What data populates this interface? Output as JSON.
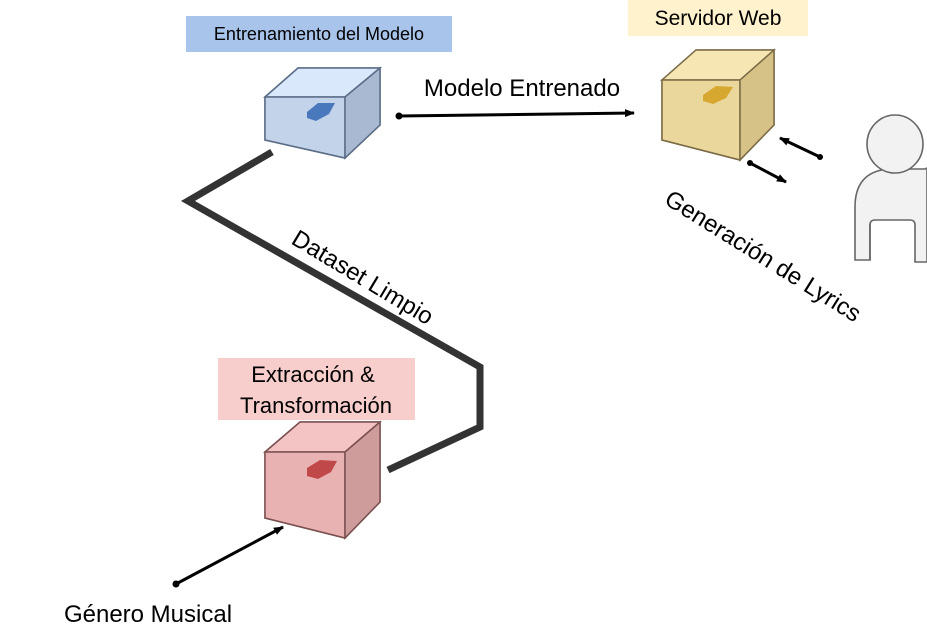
{
  "nodes": {
    "training": {
      "label": "Entrenamiento del Modelo",
      "color": "#a9c4eb",
      "box_color": "#dae8fc",
      "accent": "#4a78bd"
    },
    "server": {
      "label": "Servidor Web",
      "color": "#fff2cc",
      "box_color": "#f5e6b3",
      "accent": "#d6a830"
    },
    "extraction": {
      "label_line1": "Extracción &",
      "label_line2": "Transformación",
      "color": "#f8cecc",
      "box_color": "#f4c4c4",
      "accent": "#c04848"
    }
  },
  "edges": {
    "trained_model": "Modelo Entrenado",
    "clean_dataset": "Dataset Limpio",
    "lyrics_generation": "Generación de Lyrics",
    "music_genre": "Género Musical"
  },
  "icons": {
    "user": "user-icon"
  }
}
